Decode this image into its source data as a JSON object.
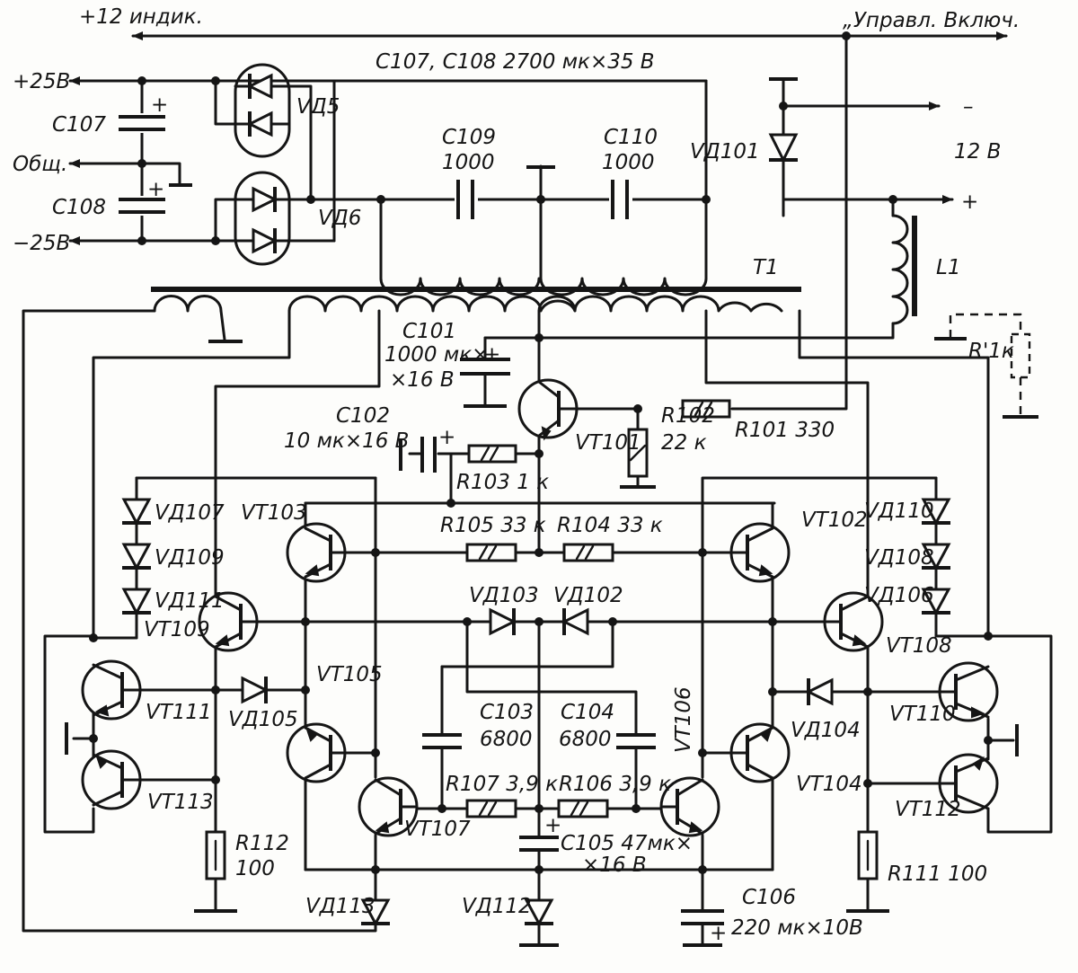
{
  "rails": {
    "ind_12": "+12 индик.",
    "control": "„Управл. Включ.",
    "plus25": "+25В",
    "common": "Общ.",
    "minus25": "−25В",
    "minus": "–",
    "v12": "12 В",
    "plus": "+"
  },
  "notes": {
    "c107_c108": "С107, С108 2700 мк×35 В"
  },
  "labels": {
    "c107": "С107",
    "c108": "С108",
    "vd5": "VД5",
    "vd6": "VД6",
    "c109": "С109",
    "c109_v": "1000",
    "c110": "С110",
    "c110_v": "1000",
    "vd101": "VД101",
    "t1": "T1",
    "l1": "L1",
    "r1k": "R'1к",
    "c101": "С101",
    "c101_v1": "1000 мк×",
    "c101_v2": "×16 В",
    "c102": "С102",
    "c102_v": "10 мк×16 В",
    "vt101": "VT101",
    "r102": "R102",
    "r102_v": "22 к",
    "r101": "R101 330",
    "r103": "R103 1 к",
    "vd107": "VД107",
    "vd109": "VД109",
    "vd111": "VД111",
    "vd110": "VД110",
    "vd108": "VД108",
    "vd106": "VД106",
    "vt103": "VT103",
    "vt102": "VT102",
    "r105": "R105 33 к",
    "r104": "R104 33 к",
    "vd103": "VД103",
    "vd102": "VД102",
    "vt109": "VT109",
    "vt108": "VT108",
    "vt105": "VT105",
    "vt106": "VT106",
    "vt111": "VT111",
    "vt110": "VT110",
    "vd105": "VД105",
    "vd104": "VД104",
    "c103": "С103",
    "c103_v": "6800",
    "c104": "С104",
    "c104_v": "6800",
    "vt113": "VT113",
    "vt112": "VT112",
    "vt107": "VT107",
    "vt104": "VT104",
    "r107": "R107 3,9 к",
    "r106": "R106 3,9 к",
    "r112": "R112",
    "r112_v": "100",
    "r111": "R111 100",
    "c105": "С105 47мк×",
    "c105_v": "×16 В",
    "vd113": "VД113",
    "vd112": "VД112",
    "c106": "С106",
    "c106_v": "220 мк×10В"
  }
}
